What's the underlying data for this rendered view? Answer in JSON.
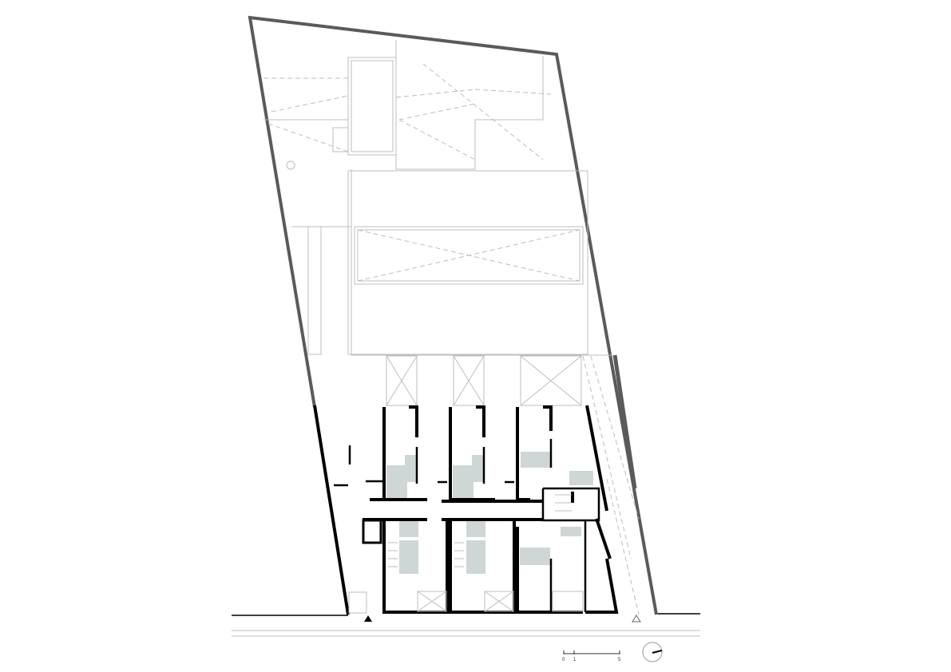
{
  "drawing": {
    "type": "architectural floor plan",
    "colors": {
      "site_boundary": "#5a5a5a",
      "walls": "#000000",
      "light_lines": "#bdbdbd",
      "wet_rooms": "#cfd7d6"
    }
  },
  "scale_bar": {
    "labels": [
      "0",
      "1",
      "5"
    ]
  },
  "north_arrow": {
    "icon": "north-arrow-icon"
  },
  "entrance_marker": {
    "icon": "entrance-triangle-icon"
  }
}
